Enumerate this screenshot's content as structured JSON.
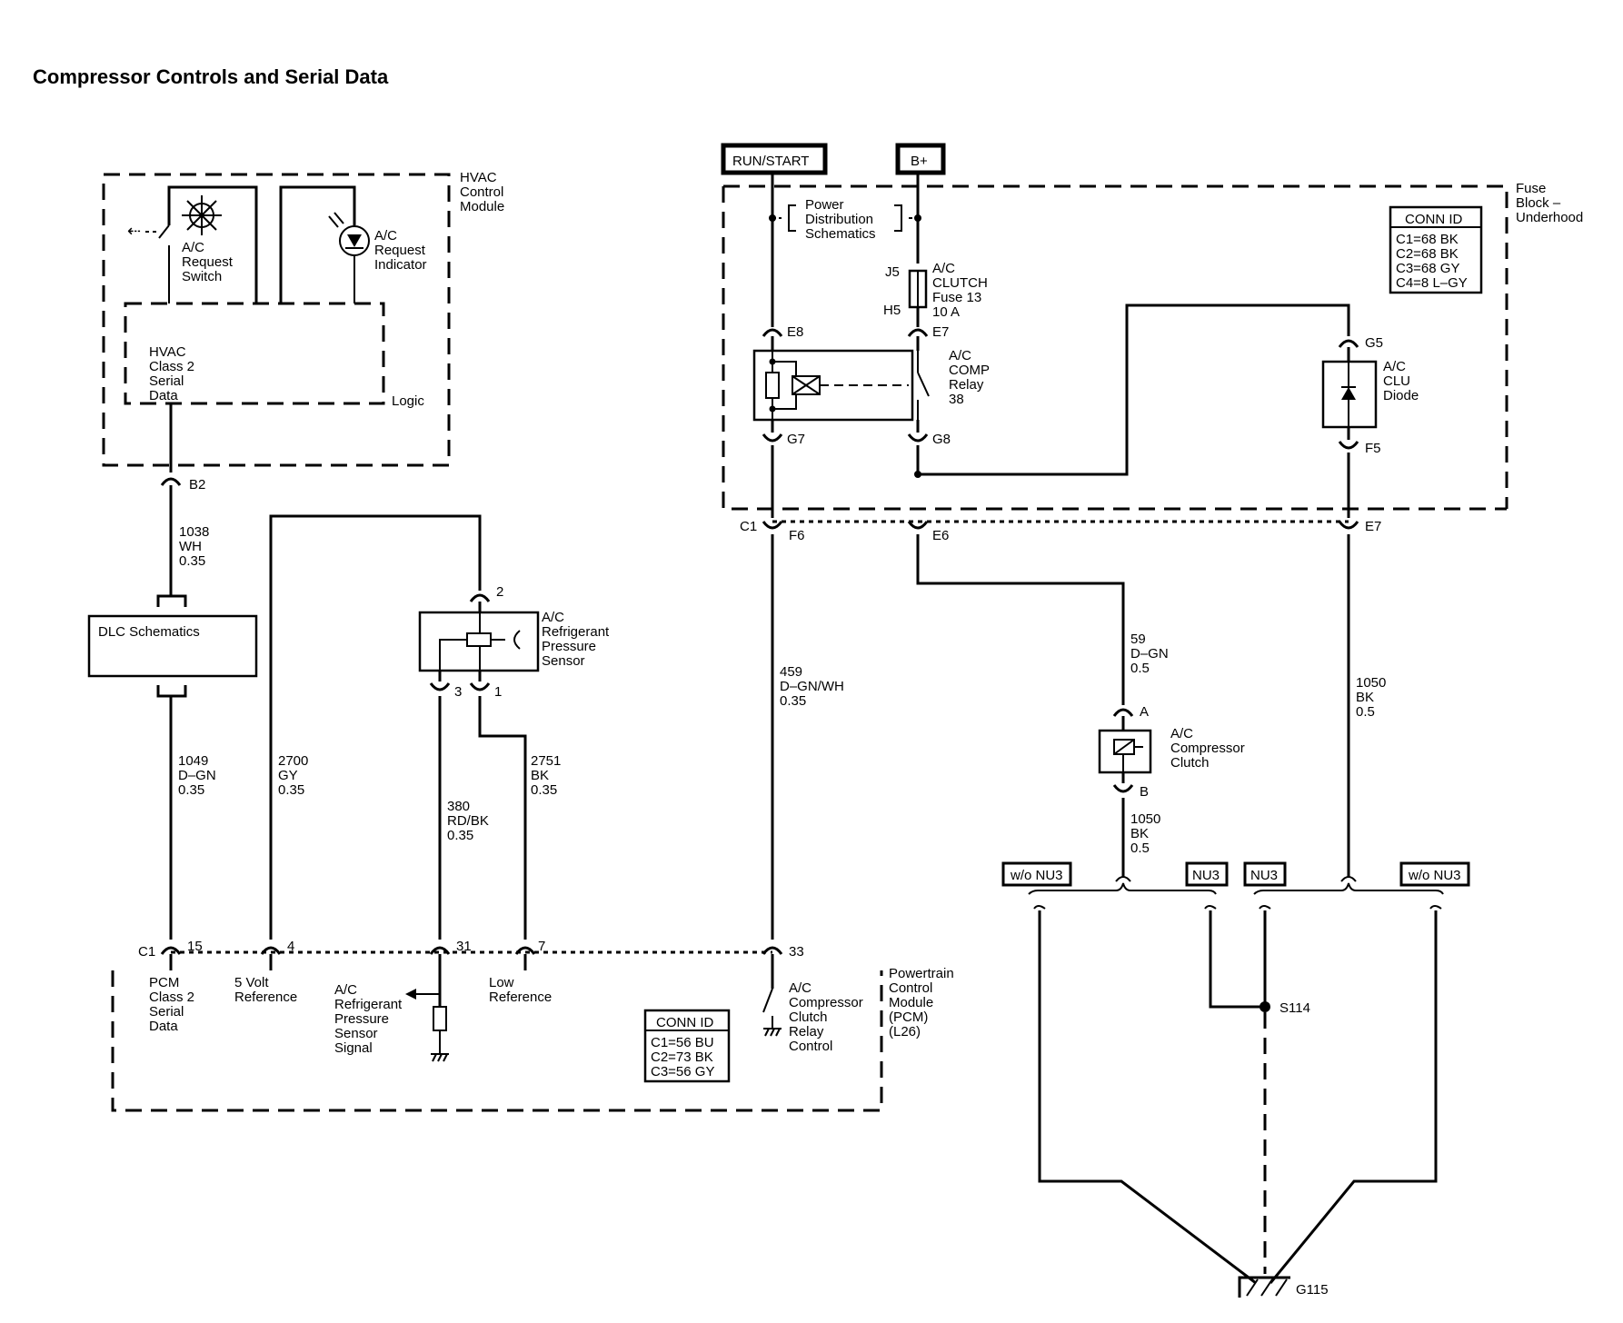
{
  "title": "Compressor Controls and Serial Data",
  "power_tags": {
    "run_start": "RUN/START",
    "bplus": "B+"
  },
  "hvac_module": {
    "name": [
      "HVAC",
      "Control",
      "Module"
    ],
    "switch": [
      "A/C",
      "Request",
      "Switch"
    ],
    "indicator": [
      "A/C",
      "Request",
      "Indicator"
    ],
    "serial": [
      "HVAC",
      "Class 2",
      "Serial",
      "Data"
    ],
    "logic": "Logic",
    "pin": "B2"
  },
  "fuse_block": {
    "name": [
      "Fuse",
      "Block –",
      "Underhood"
    ],
    "pds": [
      "Power",
      "Distribution",
      "Schematics"
    ],
    "fuse": [
      "A/C",
      "CLUTCH",
      "Fuse 13",
      "10 A"
    ],
    "fuse_pins": [
      "J5",
      "H5"
    ],
    "relay": [
      "A/C",
      "COMP",
      "Relay",
      "38"
    ],
    "relay_pins": [
      "E8",
      "E7",
      "G7",
      "G8"
    ],
    "diode": [
      "A/C",
      "CLU",
      "Diode"
    ],
    "diode_pins": [
      "G5",
      "F5"
    ],
    "conn_id_title": "CONN ID",
    "conn_ids": [
      "C1=68 BK",
      "C2=68 BK",
      "C3=68 GY",
      "C4=8 L–GY"
    ],
    "bottom_pins": [
      "C1",
      "F6",
      "E6",
      "E7"
    ]
  },
  "dlc": "DLC Schematics",
  "pressure_sensor": {
    "label": [
      "A/C",
      "Refrigerant",
      "Pressure",
      "Sensor"
    ],
    "pins": [
      "2",
      "3",
      "1"
    ]
  },
  "wires": {
    "w1038": [
      "1038",
      "WH",
      "0.35"
    ],
    "w1049": [
      "1049",
      "D–GN",
      "0.35"
    ],
    "w2700": [
      "2700",
      "GY",
      "0.35"
    ],
    "w380": [
      "380",
      "RD/BK",
      "0.35"
    ],
    "w2751": [
      "2751",
      "BK",
      "0.35"
    ],
    "w459": [
      "459",
      "D–GN/WH",
      "0.35"
    ],
    "w59": [
      "59",
      "D–GN",
      "0.5"
    ],
    "w1050a": [
      "1050",
      "BK",
      "0.5"
    ],
    "w1050b": [
      "1050",
      "BK",
      "0.5"
    ]
  },
  "clutch": {
    "label": [
      "A/C",
      "Compressor",
      "Clutch"
    ],
    "pins": [
      "A",
      "B"
    ]
  },
  "options": [
    "w/o NU3",
    "NU3",
    "NU3",
    "w/o NU3"
  ],
  "splice": "S114",
  "ground": "G115",
  "pcm": {
    "name": [
      "Powertrain",
      "Control",
      "Module",
      "(PCM)",
      "(L26)"
    ],
    "connector": "C1",
    "pins": [
      "15",
      "4",
      "31",
      "7",
      "33"
    ],
    "serial": [
      "PCM",
      "Class 2",
      "Serial",
      "Data"
    ],
    "ref5v": [
      "5 Volt",
      "Reference"
    ],
    "sensor_signal": [
      "A/C",
      "Refrigerant",
      "Pressure",
      "Sensor",
      "Signal"
    ],
    "low_ref": [
      "Low",
      "Reference"
    ],
    "relay_control": [
      "A/C",
      "Compressor",
      "Clutch",
      "Relay",
      "Control"
    ],
    "conn_id_title": "CONN ID",
    "conn_ids": [
      "C1=56 BU",
      "C2=73 BK",
      "C3=56 GY"
    ]
  }
}
